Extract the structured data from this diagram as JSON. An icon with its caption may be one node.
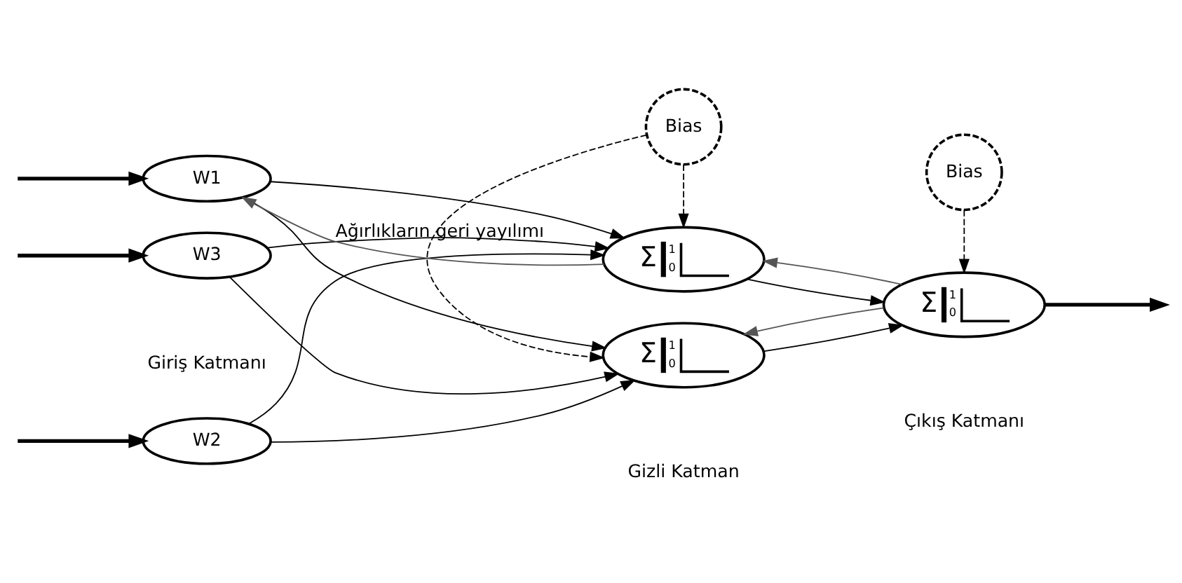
{
  "diagram": {
    "nodes": [
      {
        "text": [
          "W1"
        ]
      },
      {
        "text": [
          "W2"
        ]
      },
      {
        "text": [
          "W3"
        ]
      },
      {
        "text": [
          "Bias"
        ]
      },
      {
        "text": [
          "Σ",
          "1",
          "0"
        ]
      },
      {
        "text": [
          "Σ",
          "1",
          "0"
        ]
      },
      {
        "text": [
          "Bias"
        ]
      },
      {
        "text": [
          "Σ",
          "1",
          "0"
        ]
      }
    ],
    "edges": [
      {
        "from": null,
        "to": 0,
        "arrow": "to",
        "style": "thick"
      },
      {
        "from": null,
        "to": 1,
        "arrow": "to",
        "style": "thick"
      },
      {
        "from": null,
        "to": 2,
        "arrow": "to",
        "style": "thick"
      },
      {
        "from": 0,
        "to": 4,
        "arrow": "to"
      },
      {
        "from": 0,
        "to": 5,
        "arrow": "to"
      },
      {
        "from": 1,
        "to": 4,
        "arrow": "to"
      },
      {
        "from": 1,
        "to": 5,
        "arrow": "to"
      },
      {
        "from": 2,
        "to": 4,
        "arrow": "to"
      },
      {
        "from": 2,
        "to": 5,
        "arrow": "to"
      },
      {
        "from": 3,
        "to": 4,
        "arrow": "to",
        "style": "dashed"
      },
      {
        "from": 3,
        "to": 5,
        "arrow": "to",
        "style": "dashed"
      },
      {
        "from": 4,
        "to": 7,
        "arrow": "to"
      },
      {
        "from": 5,
        "to": 7,
        "arrow": "to"
      },
      {
        "from": 6,
        "to": 7,
        "arrow": "to",
        "style": "dashed"
      },
      {
        "from": 7,
        "to": null,
        "arrow": "to",
        "style": "thick"
      },
      {
        "from": 4,
        "to": 0,
        "arrow": "to",
        "label": "Ağırlıkların geri yayılımı",
        "color": "#555555"
      },
      {
        "from": 7,
        "to": 4,
        "arrow": "to",
        "color": "#555555"
      },
      {
        "from": 7,
        "to": 5,
        "arrow": "to",
        "color": "#555555"
      }
    ],
    "labels": [
      "Giriş Katmanı",
      "Gizli Katman",
      "Çıkış Katmanı"
    ]
  }
}
